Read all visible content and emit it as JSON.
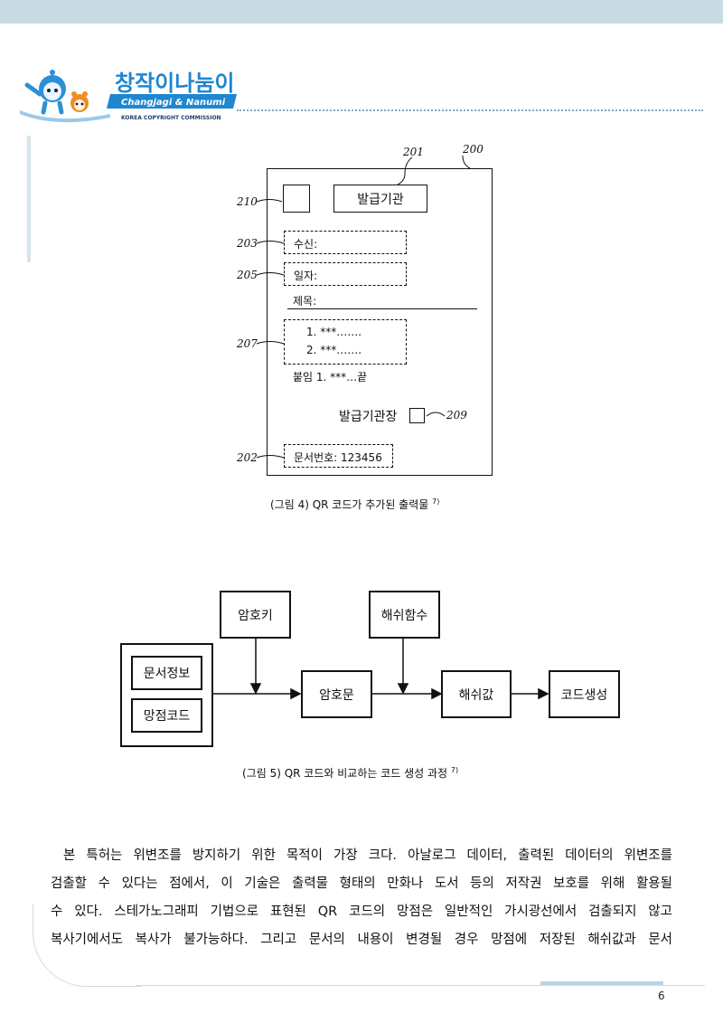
{
  "logo": {
    "text_ko": "창작이나눔이",
    "text_en": "Changjagi & Nanumi",
    "org": "KOREA COPYRIGHT COMMISSION"
  },
  "fig4": {
    "refs": {
      "r200": "200",
      "r201": "201",
      "r210": "210",
      "r203": "203",
      "r205": "205",
      "r207": "207",
      "r209": "209",
      "r202": "202"
    },
    "issuer": "발급기관",
    "recipient": "수신:",
    "date": "일자:",
    "subject": "제목:",
    "item1": "1. ***…….",
    "item2": "2. ***…….",
    "attach": "붙임 1. ***…끝",
    "issuer_head": "발급기관장",
    "doc_number": "문서번호: 123456",
    "caption": "(그림 4) QR 코드가 추가된 출력물",
    "caption_note": "7)"
  },
  "fig5": {
    "key": "암호키",
    "hash_fn": "해쉬함수",
    "doc_info": "문서정보",
    "dot_code": "망점코드",
    "cipher": "암호문",
    "hash_val": "해쉬값",
    "code_gen": "코드생성",
    "caption": "(그림 5) QR 코드와 비교하는 코드 생성 과정",
    "caption_note": "7)"
  },
  "body": {
    "line1": "본 특허는 위변조를 방지하기 위한 목적이 가장 크다. 아날로그 데이터, 출력된 데이터의 위변조를",
    "line2": "검출할 수 있다는 점에서, 이 기술은 출력물 형태의 만화나 도서 등의 저작권 보호를 위해 활용될",
    "line3": "수 있다. 스테가노그래피 기법으로 표현된 QR 코드의 망점은 일반적인 가시광선에서 검출되지 않고",
    "line4": "복사기에서도 복사가 불가능하다. 그리고 문서의 내용이 변경될 경우 망점에 저장된 해쉬값과 문서"
  },
  "page_number": "6"
}
